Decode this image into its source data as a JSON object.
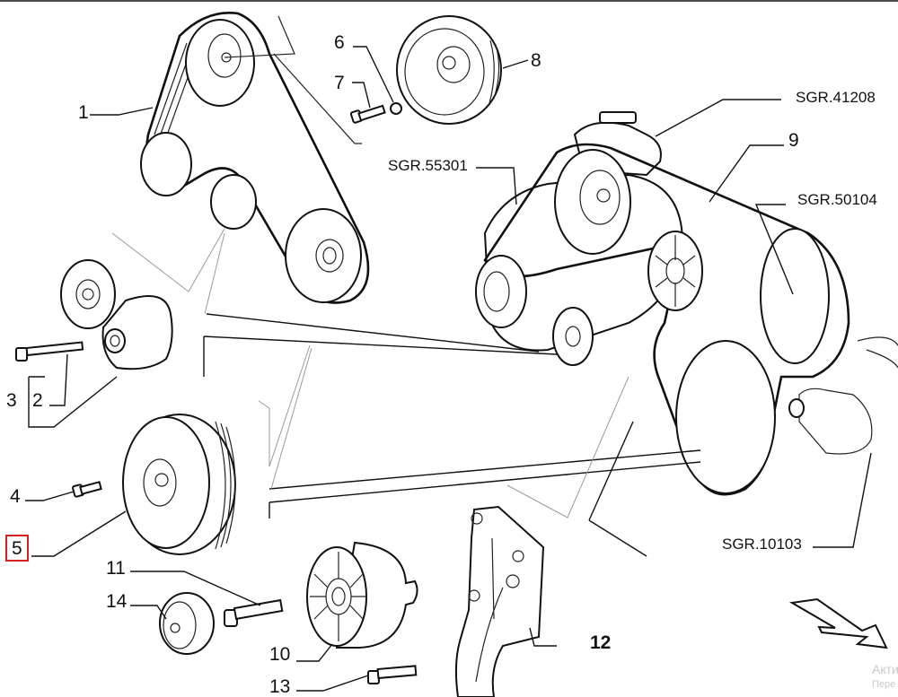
{
  "diagram": {
    "title": "Belt drive exploded view",
    "highlight_color": "#d42020",
    "selected_part": "5",
    "callouts": [
      {
        "id": "1",
        "label": "1"
      },
      {
        "id": "2",
        "label": "2"
      },
      {
        "id": "3",
        "label": "3"
      },
      {
        "id": "4",
        "label": "4"
      },
      {
        "id": "5",
        "label": "5"
      },
      {
        "id": "6",
        "label": "6"
      },
      {
        "id": "7",
        "label": "7"
      },
      {
        "id": "8",
        "label": "8"
      },
      {
        "id": "9",
        "label": "9"
      },
      {
        "id": "10",
        "label": "10"
      },
      {
        "id": "11",
        "label": "11"
      },
      {
        "id": "12",
        "label": "12"
      },
      {
        "id": "13",
        "label": "13"
      },
      {
        "id": "14",
        "label": "14"
      }
    ],
    "references": [
      {
        "id": "sgr-41208",
        "label": "SGR.41208"
      },
      {
        "id": "sgr-55301",
        "label": "SGR.55301"
      },
      {
        "id": "sgr-50104",
        "label": "SGR.50104"
      },
      {
        "id": "sgr-10103",
        "label": "SGR.10103"
      }
    ],
    "direction_arrow": "arrow-down-right"
  },
  "watermark": {
    "line1": "Акти",
    "line2": "Пере"
  }
}
